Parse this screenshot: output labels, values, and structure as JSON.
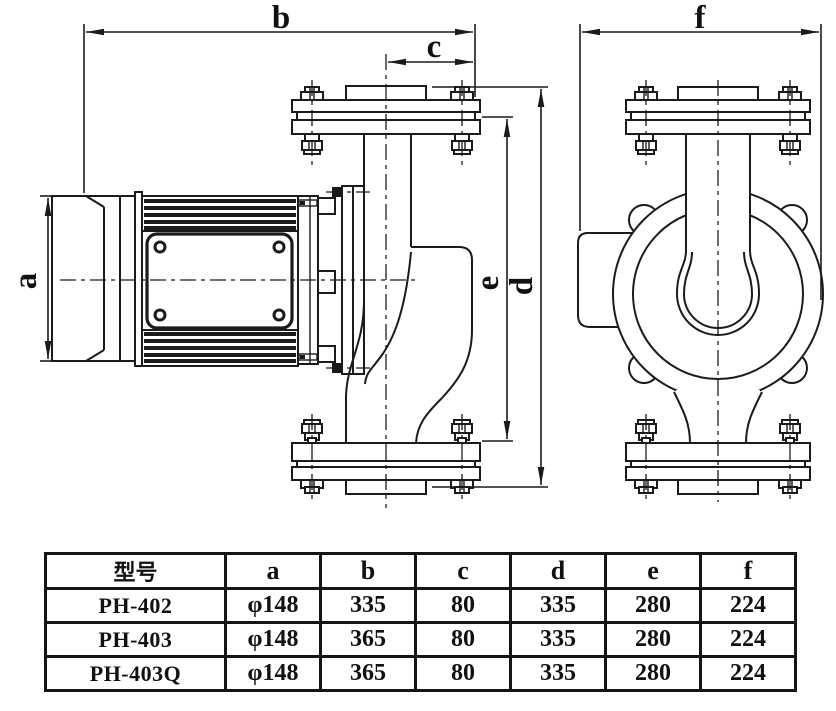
{
  "drawing": {
    "title_hint": "centrifugal pipeline pump two-view dimensional drawing",
    "line_color": "#1b1b1b",
    "dimensions": {
      "a": "a",
      "b": "b",
      "c": "c",
      "d": "d",
      "e": "e",
      "f": "f"
    }
  },
  "table": {
    "headers": [
      "型号",
      "a",
      "b",
      "c",
      "d",
      "e",
      "f"
    ],
    "rows": [
      [
        "PH-402",
        "φ148",
        "335",
        "80",
        "335",
        "280",
        "224"
      ],
      [
        "PH-403",
        "φ148",
        "365",
        "80",
        "335",
        "280",
        "224"
      ],
      [
        "PH-403Q",
        "φ148",
        "365",
        "80",
        "335",
        "280",
        "224"
      ]
    ]
  }
}
